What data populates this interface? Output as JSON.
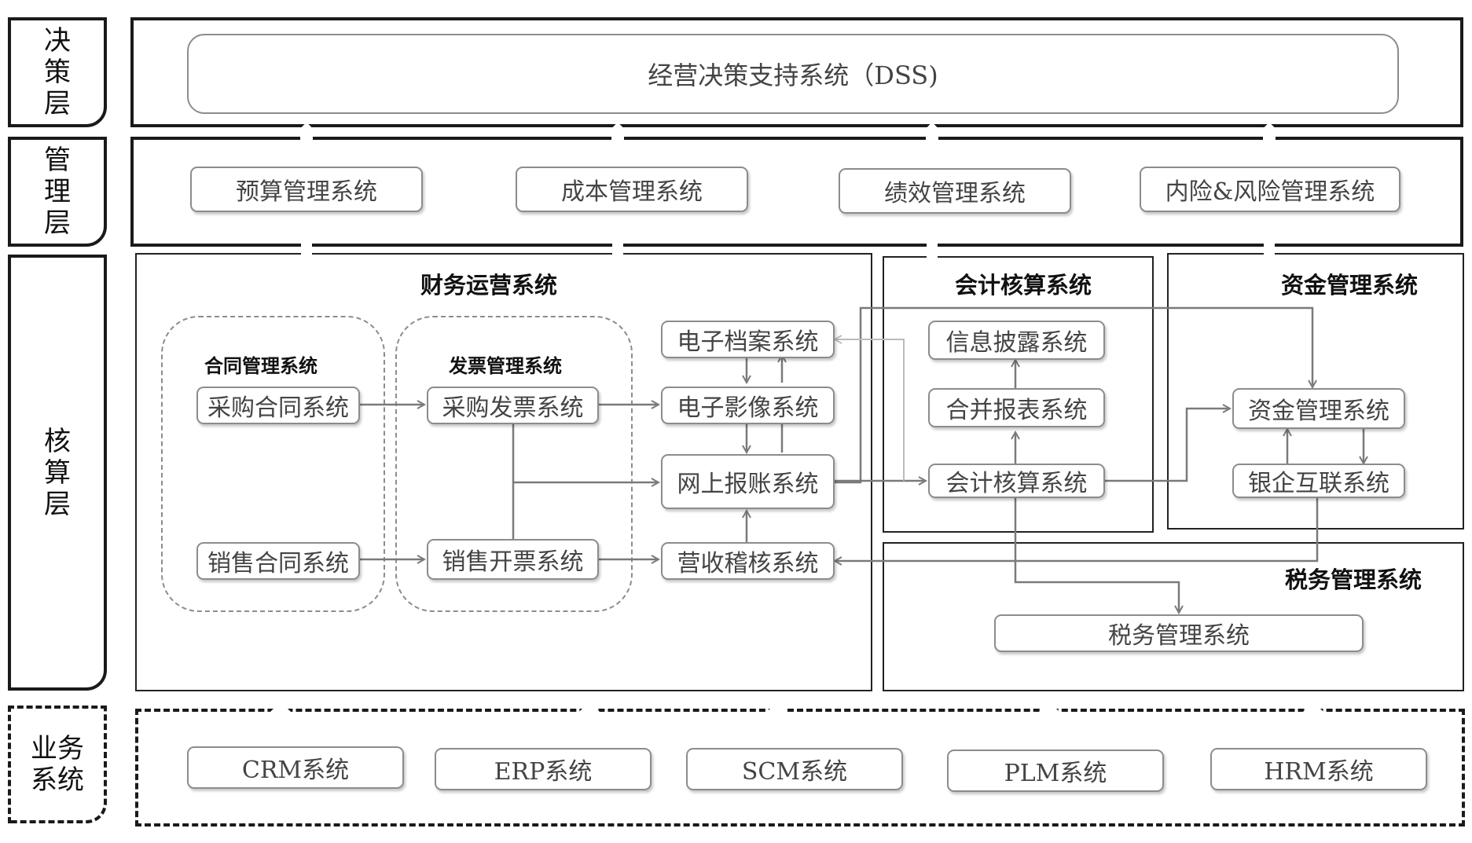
{
  "layers": {
    "decision": "决策层",
    "management": "管理层",
    "accounting": "核算层",
    "business": "业务系统"
  },
  "dss": "经营决策支持系统（DSS)",
  "management_systems": [
    "预算管理系统",
    "成本管理系统",
    "绩效管理系统",
    "内险&风险管理系统"
  ],
  "panels": {
    "finance_ops": "财务运营系统",
    "accounting": "会计核算系统",
    "funds": "资金管理系统",
    "tax": "税务管理系统"
  },
  "groups": {
    "contract": "合同管理系统",
    "invoice": "发票管理系统"
  },
  "nodes": {
    "purchase_contract": "采购合同系统",
    "sales_contract": "销售合同系统",
    "purchase_invoice": "采购发票系统",
    "sales_invoice": "销售开票系统",
    "e_archive": "电子档案系统",
    "e_image": "电子影像系统",
    "online_reimbursement": "网上报账系统",
    "revenue_audit": "营收稽核系统",
    "info_disclosure": "信息披露系统",
    "consolidated_report": "合并报表系统",
    "accounting_system": "会计核算系统",
    "fund_management": "资金管理系统",
    "bank_enterprise": "银企互联系统",
    "tax_management": "税务管理系统"
  },
  "business_systems": [
    "CRM系统",
    "ERP系统",
    "SCM系统",
    "PLM系统",
    "HRM系统"
  ]
}
